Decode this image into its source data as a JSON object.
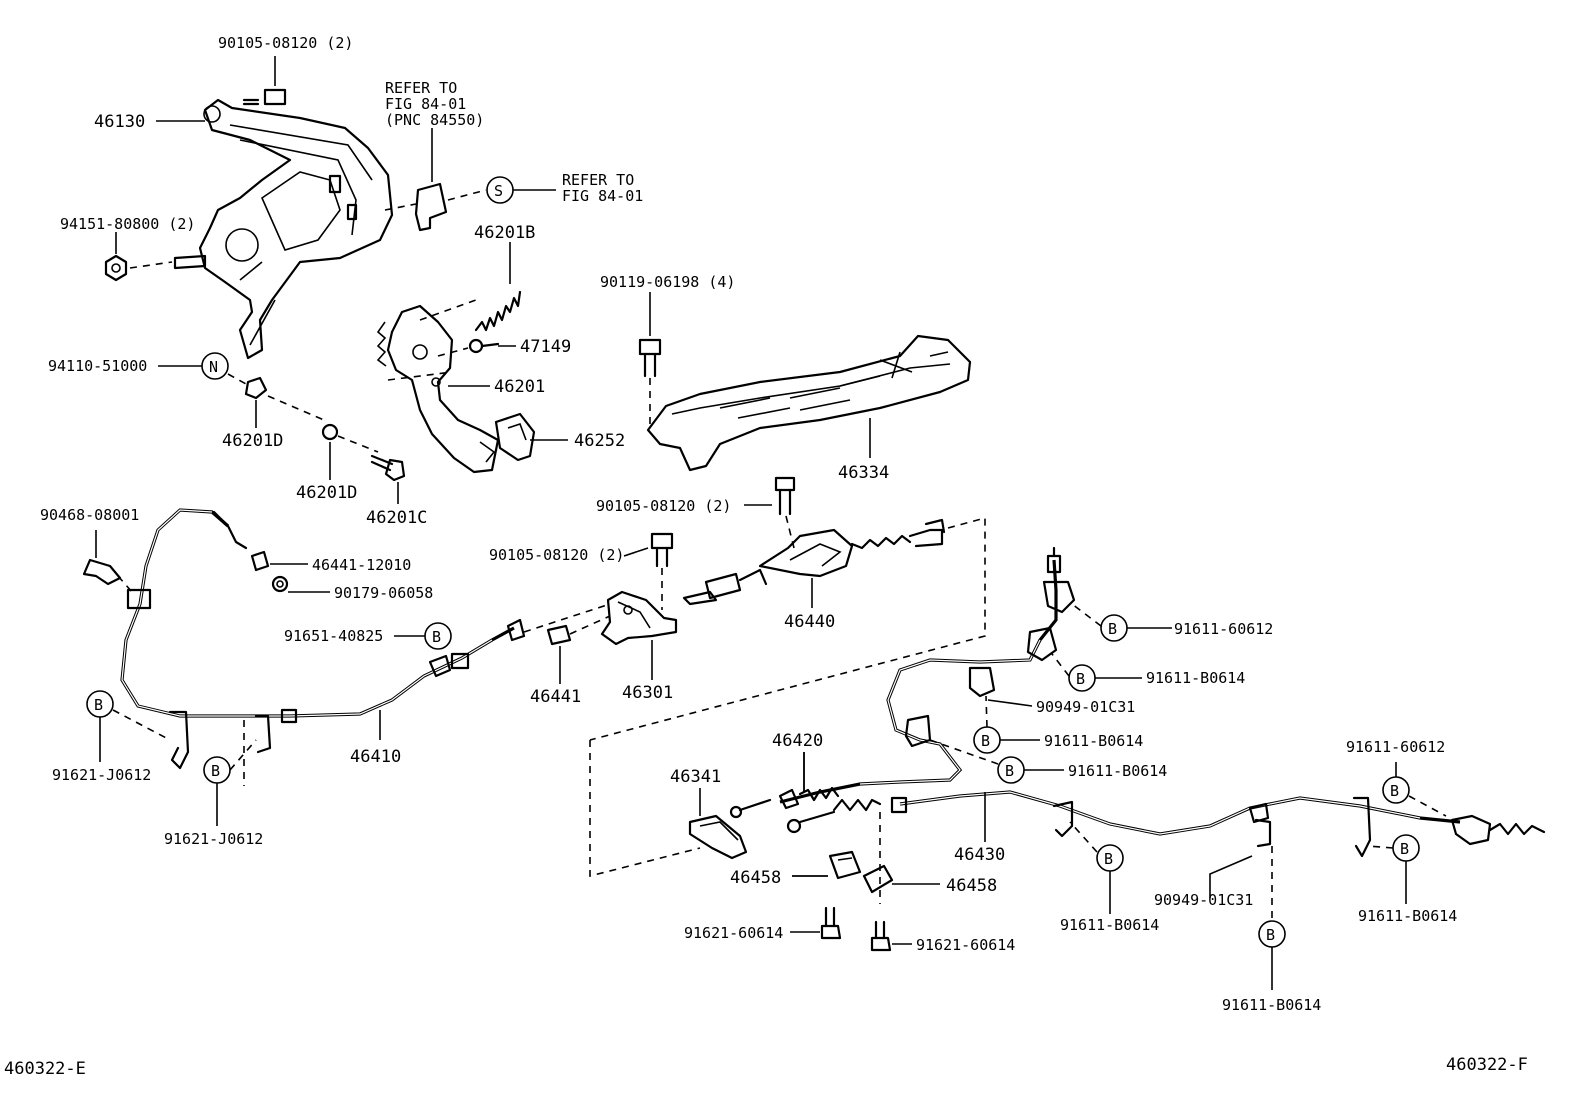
{
  "labels": {
    "p90105_08120_top": "90105-08120 (2)",
    "p46130": "46130",
    "p94151_80800": "94151-80800 (2)",
    "refer1_line1": "REFER TO",
    "refer1_line2": "FIG 84-01",
    "refer1_line3": "(PNC 84550)",
    "refer2_line1": "REFER TO",
    "refer2_line2": "FIG 84-01",
    "p46201B": "46201B",
    "p47149": "47149",
    "p46201": "46201",
    "p94110_51000": "94110-51000",
    "p46201D_a": "46201D",
    "p46201D_b": "46201D",
    "p46201C": "46201C",
    "p46252": "46252",
    "p90119_06198": "90119-06198 (4)",
    "p46334": "46334",
    "p90105_08120_mid": "90105-08120 (2)",
    "p90105_08120_low": "90105-08120 (2)",
    "p90468_08001": "90468-08001",
    "p46441_12010": "46441-12010",
    "p90179_06058": "90179-06058",
    "p91651_40825": "91651-40825",
    "p46440": "46440",
    "p46441": "46441",
    "p46301": "46301",
    "p46410": "46410",
    "p91621_J0612_a": "91621-J0612",
    "p91621_J0612_b": "91621-J0612",
    "p91611_60612_a": "91611-60612",
    "p91611_B0614_a": "91611-B0614",
    "p90949_01C31_a": "90949-01C31",
    "p91611_B0614_b": "91611-B0614",
    "p91611_B0614_c": "91611-B0614",
    "p46420": "46420",
    "p46341": "46341",
    "p46430": "46430",
    "p91611_60612_b": "91611-60612",
    "p46458_a": "46458",
    "p46458_b": "46458",
    "p91621_60614_a": "91621-60614",
    "p91621_60614_b": "91621-60614",
    "p91611_B0614_d": "91611-B0614",
    "p90949_01C31_b": "90949-01C31",
    "p91611_B0614_e": "91611-B0614",
    "p91611_B0614_f": "91611-B0614",
    "code_left": "460322-E",
    "code_right": "460322-F"
  },
  "symbols": {
    "S": "S",
    "N": "N",
    "B": "B"
  },
  "colors": {
    "line": "#000000",
    "background": "#ffffff"
  }
}
